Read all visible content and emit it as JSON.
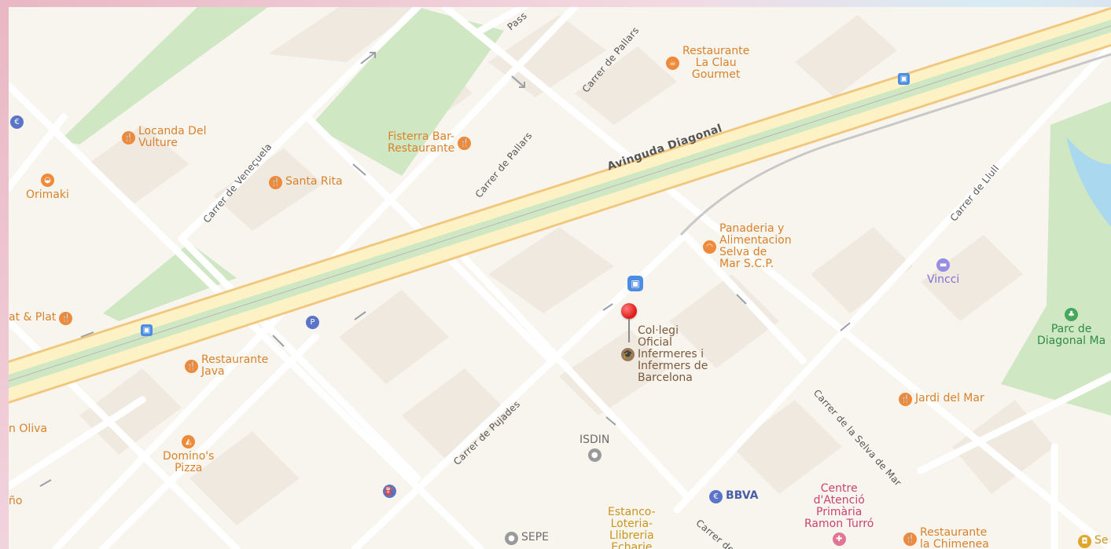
{
  "colors": {
    "background": "#f8f5ef",
    "major_road_fill": "#fdf2c6",
    "major_road_edge": "#f1c77d",
    "median_green": "#cfe7c3",
    "park_green": "#cfe7c3",
    "water": "#a9d8ef",
    "poi_orange": "#d9822b",
    "pin_red": "#e01b1b"
  },
  "roads": {
    "diagonal": "Avinguda Diagonal",
    "pallars_top": "Carrer de Pallars",
    "pallars_mid": "Carrer de Pallars",
    "veneçuela": "Carrer de Veneçuela",
    "pujades": "Carrer de Pujades",
    "llull": "Carrer de Llull",
    "selva_de_mar": "Carrer de la Selva de Mar",
    "passatge": "Pass",
    "carrer_bottom": "Carrer de"
  },
  "pois": {
    "claus_gourmet": {
      "label": "Restaurante\nLa Clau\nGourmet",
      "icon": "cup-icon"
    },
    "locanda": {
      "label": "Locanda Del\nVulture",
      "icon": "fork-knife-icon"
    },
    "fisterra": {
      "label": "Fisterra Bar-\nRestaurante",
      "icon": "fork-knife-icon"
    },
    "orimaki": {
      "label": "Orimaki",
      "icon": "bowl-icon"
    },
    "santa_rita": {
      "label": "Santa Rita",
      "icon": "fork-knife-icon"
    },
    "panaderia": {
      "label": "Panaderia y\nAlimentacion\nSelva de\nMar S.C.P.",
      "icon": "bread-icon"
    },
    "vincci": {
      "label": "Vincci",
      "icon": "bed-icon"
    },
    "parc": {
      "label": "Parc de\nDiagonal Ma",
      "icon": "tree-icon"
    },
    "plat": {
      "label": "at & Plat",
      "icon": "fork-knife-icon"
    },
    "colegi": {
      "label": "Col·legi\nOficial\nInfermeres i\nInfermers de\nBarcelona",
      "icon": "graduation-cap-icon"
    },
    "restaurante_java": {
      "label": "Restaurante\nJava",
      "icon": "fork-knife-icon"
    },
    "jardi": {
      "label": "Jardi del Mar",
      "icon": "fork-knife-icon"
    },
    "oliva": {
      "label": "n Oliva"
    },
    "dominos": {
      "label": "Domino's\nPizza",
      "icon": "pizza-icon"
    },
    "isdin": {
      "label": "ISDIN",
      "icon": "circle-icon"
    },
    "no": {
      "label": "ño"
    },
    "bbva": {
      "label": "BBVA",
      "icon": "euro-icon"
    },
    "centre": {
      "label": "Centre\nd'Atenció\nPrimària\nRamon Turró",
      "icon": "medical-icon"
    },
    "estanco": {
      "label": "Estanco-\nLoteria-\nLlibreria\nEcharie",
      "icon": "store-icon"
    },
    "chimenea": {
      "label": "Restaurante\nla Chimenea",
      "icon": "fork-knife-icon"
    },
    "sepe": {
      "label": "SEPE",
      "icon": "circle-icon"
    },
    "se_right": {
      "label": "Se",
      "icon": "bag-icon"
    }
  }
}
